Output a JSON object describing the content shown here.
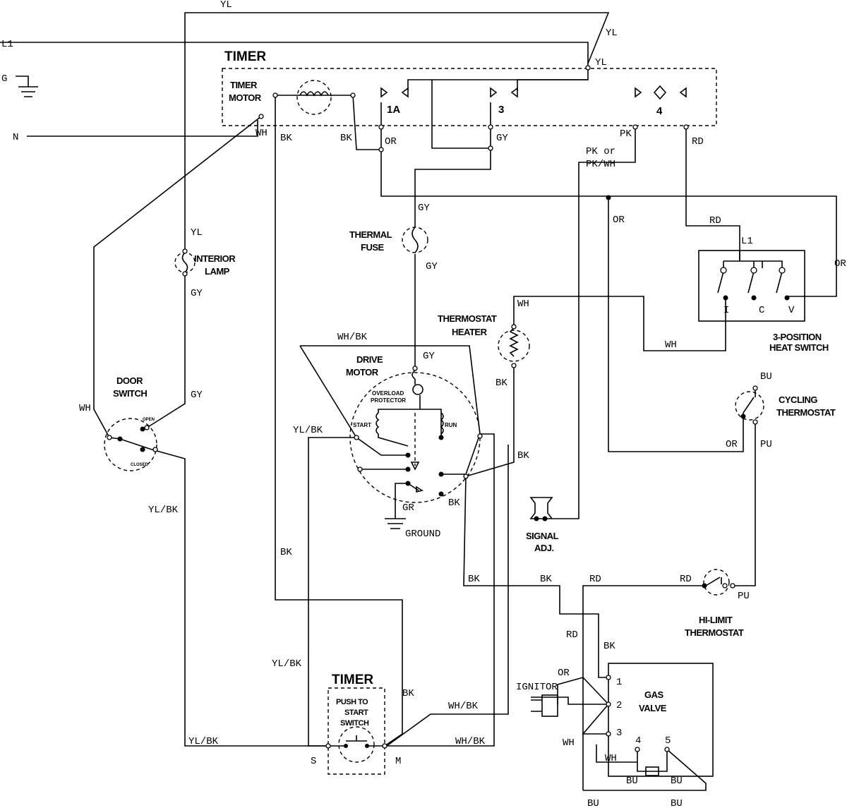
{
  "title": "Dryer wiring diagram",
  "labels": [
    "YL",
    "L1",
    "G",
    "N",
    "TIMER",
    "TIMER",
    "MOTOR",
    "WH",
    "BK",
    "BK",
    "1A",
    "OR",
    "3",
    "GY",
    "4",
    "YL",
    "YL",
    "PK",
    "RD",
    "PK or",
    "PK/WH",
    "GY",
    "THERMAL",
    "FUSE",
    "GY",
    "OR",
    "RD",
    "L1",
    "YL",
    "INTERIOR",
    "LAMP",
    "GY",
    "I",
    "C",
    "V",
    "OR",
    "3-POSITION",
    "HEAT SWITCH",
    "WH",
    "THERMOSTAT",
    "HEATER",
    "WH",
    "WH/BK",
    "DRIVE",
    "MOTOR",
    "GY",
    "BK",
    "OVERLOAD",
    "PROTECTOR",
    "START",
    "RUN",
    "DOOR",
    "SWITCH",
    "GY",
    "WH",
    "OPEN",
    "CLOSED",
    "YL/BK",
    "BK",
    "BU",
    "CYCLING",
    "THERMOSTAT",
    "OR",
    "PU",
    "YL/BK",
    "GR",
    "GROUND",
    "BK",
    "SIGNAL",
    "ADJ.",
    "BK",
    "BK",
    "BK",
    "RD",
    "RD",
    "PU",
    "HI-LIMIT",
    "THERMOSTAT",
    "RD",
    "BK",
    "YL/BK",
    "TIMER",
    "PUSH TO",
    "START",
    "SWITCH",
    "BK",
    "OR",
    "IGNITOR",
    "GAS",
    "VALVE",
    "1",
    "2",
    "3",
    "4",
    "5",
    "WH/BK",
    "WH/BK",
    "YL/BK",
    "S",
    "M",
    "WH",
    "WH",
    "BU",
    "BU",
    "BU",
    "BU"
  ]
}
